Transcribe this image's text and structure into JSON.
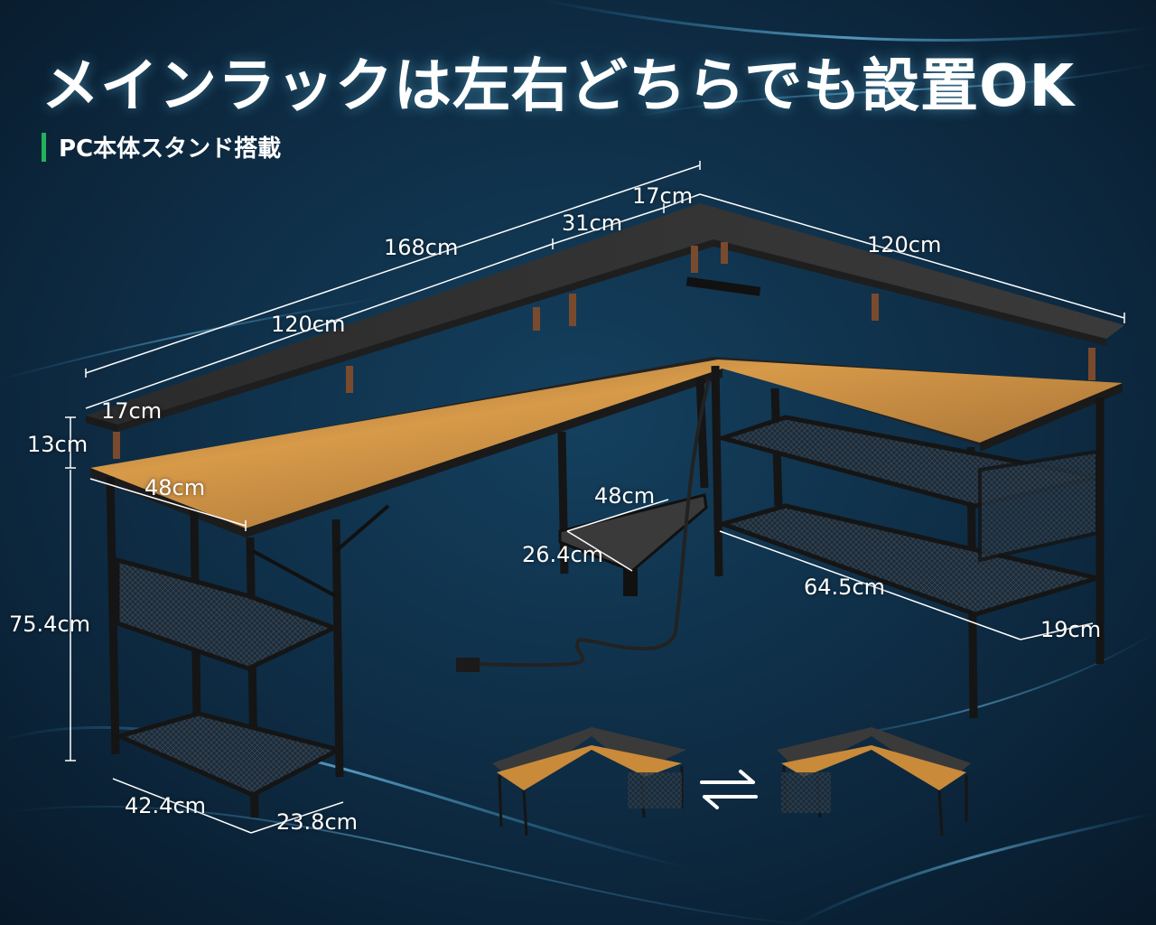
{
  "header": {
    "title": "メインラックは左右どちらでも設置OK",
    "subtitle": "PC本体スタンド搭載"
  },
  "dimensions": {
    "total_width": "168cm",
    "left_shelf_width": "120cm",
    "middle_shelf": "31cm",
    "corner_shelf_depth": "17cm",
    "right_shelf_width": "120cm",
    "left_shelf_depth": "17cm",
    "riser_height": "13cm",
    "desk_depth": "48cm",
    "desk_height": "75.4cm",
    "cpu_stand_width": "48cm",
    "cpu_stand_depth": "26.4cm",
    "right_rack_width": "64.5cm",
    "right_rack_depth": "19cm",
    "left_rack_width": "42.4cm",
    "left_rack_depth": "23.8cm"
  },
  "colors": {
    "background": "#0b2236",
    "accent_bar": "#21b35a",
    "desk_glow": "#c98a3a",
    "frame": "#1a1a1a"
  },
  "icons": {
    "swap": "left-right-arrows-icon"
  }
}
